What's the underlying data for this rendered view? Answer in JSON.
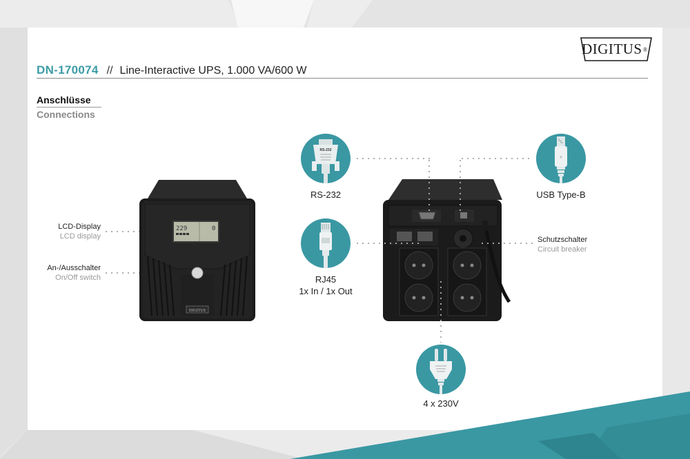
{
  "header": {
    "sku": "DN-170074",
    "separator": "//",
    "title": "Line-Interactive UPS, 1.000 VA/600 W",
    "brand": "DIGITUS",
    "brand_mark": "®"
  },
  "section": {
    "title_de": "Anschlüsse",
    "title_en": "Connections"
  },
  "front_labels": [
    {
      "de": "LCD-Display",
      "en": "LCD display"
    },
    {
      "de": "An-/Ausschalter",
      "en": "On/Off switch"
    }
  ],
  "rear_labels": {
    "breaker": {
      "de": "Schutzschalter",
      "en": "Circuit breaker"
    }
  },
  "connectors": [
    {
      "icon": "rs232-connector-icon",
      "label": "RS-232",
      "icon_text": "RS-232"
    },
    {
      "icon": "rj45-connector-icon",
      "label": "RJ45",
      "sublabel": "1x In / 1x Out"
    },
    {
      "icon": "usb-type-b-icon",
      "label": "USB Type-B"
    },
    {
      "icon": "power-plug-icon",
      "label": "4 x 230V"
    }
  ],
  "device": {
    "lcd_left": "229",
    "lcd_right": "0",
    "front_badge": "DIGITUS"
  },
  "colors": {
    "accent": "#3a98a3",
    "sku": "#3c9ba6",
    "background": "#e6e6e6",
    "panel": "#ffffff"
  }
}
